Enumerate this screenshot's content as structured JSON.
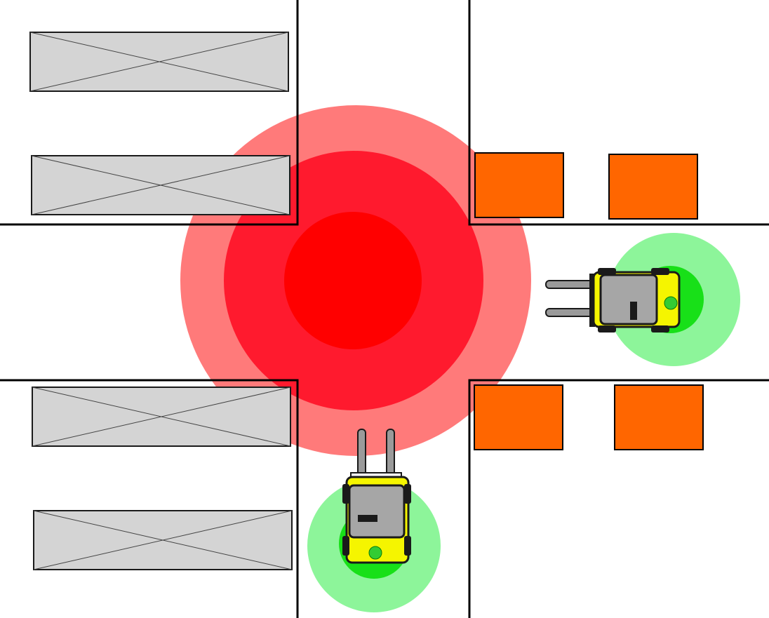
{
  "colors": {
    "background": "#ffffff",
    "wall": "#000000",
    "rack_fill": "#d4d4d4",
    "rack_stroke": "#1a1a1a",
    "pallet_fill": "#ff6600",
    "danger_outer": "#ff7a7a",
    "danger_middle": "#ff1a2e",
    "danger_inner": "#ff0000",
    "safe_outer": "#8df59a",
    "safe_inner": "#18e018",
    "forklift_body": "#a6a6a6",
    "forklift_frame": "#1a1a1a",
    "forklift_accent": "#f5f500",
    "forklift_light": "#33cc33",
    "fork_tines": "#9a9a9a"
  },
  "scene": {
    "intersection_alert": "danger",
    "forklifts": [
      {
        "id": "forklift-east",
        "heading": "west",
        "zone": "safe"
      },
      {
        "id": "forklift-south",
        "heading": "north",
        "zone": "safe"
      }
    ],
    "rack_count": 4,
    "pallet_count": 4
  }
}
